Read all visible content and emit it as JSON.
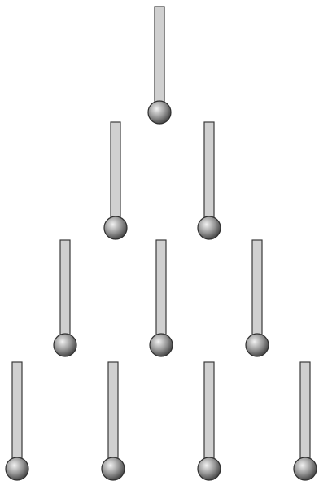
{
  "diagram": {
    "rows": [
      {
        "pendulums": [
          {
            "id": "r1-p1"
          }
        ]
      },
      {
        "pendulums": [
          {
            "id": "r2-p1"
          },
          {
            "id": "r2-p2"
          }
        ]
      },
      {
        "pendulums": [
          {
            "id": "r3-p1"
          },
          {
            "id": "r3-p2"
          },
          {
            "id": "r3-p3"
          }
        ]
      },
      {
        "pendulums": [
          {
            "id": "r4-p1"
          },
          {
            "id": "r4-p2"
          },
          {
            "id": "r4-p3"
          },
          {
            "id": "r4-p4"
          }
        ]
      }
    ],
    "colors": {
      "background": "#ffffff",
      "rod_fill": "#d0d0d0",
      "rod_stroke": "#3a3a3a",
      "bob_highlight": "#f2f2f2",
      "bob_mid": "#9a9a9a",
      "bob_shadow": "#4a4a4a",
      "bob_stroke": "#2e2e2e"
    }
  }
}
